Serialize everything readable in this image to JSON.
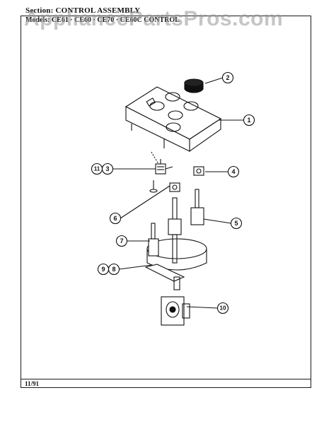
{
  "header": {
    "section_label": "Section:",
    "section_title": "CONTROL ASSEMBLY",
    "models_line": "Models: CE61 · CE60 · CE70 · CE60C CONTROL"
  },
  "watermark": "AppliancePartsPros.com",
  "footer": {
    "date": "11/91"
  },
  "callouts": {
    "c1": "1",
    "c2": "2",
    "c3": "3",
    "c4": "4",
    "c5": "5",
    "c6": "6",
    "c7": "7",
    "c8": "8",
    "c9": "9",
    "c10": "10",
    "c11": "11"
  }
}
